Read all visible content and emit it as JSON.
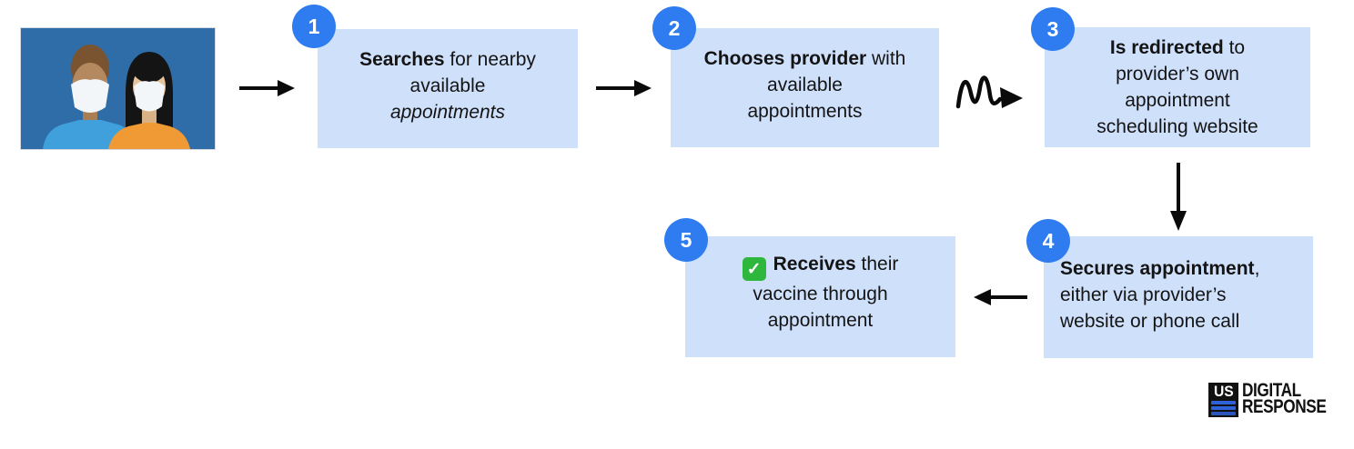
{
  "steps": [
    {
      "number": "1",
      "bold": "Searches",
      "normal": " for nearby\navailable\n",
      "italic": "appointments"
    },
    {
      "number": "2",
      "bold": "Chooses provider",
      "normal": " with\navailable\nappointments"
    },
    {
      "number": "3",
      "bold": "Is redirected",
      "normal": " to\nprovider’s own\nappointment\nscheduling website"
    },
    {
      "number": "4",
      "bold": "Secures appointment",
      "normal": ",\neither via provider’s\nwebsite or phone call"
    },
    {
      "number": "5",
      "check_glyph": "✓",
      "bold": "Receives",
      "normal": " their\nvaccine through\nappointment"
    }
  ],
  "logo": {
    "us_text": "US",
    "line1": "DIGITAL",
    "line2": "RESPONSE"
  },
  "colors": {
    "step_badge_blue": "#2e7cf0",
    "step_box_blue": "#cfe0fb",
    "check_green": "#2db83d",
    "arrow_black": "#0a0a0a",
    "logo_stripe_blue": "#2f62d8",
    "illustration_background_blue": "#2f6da8"
  }
}
